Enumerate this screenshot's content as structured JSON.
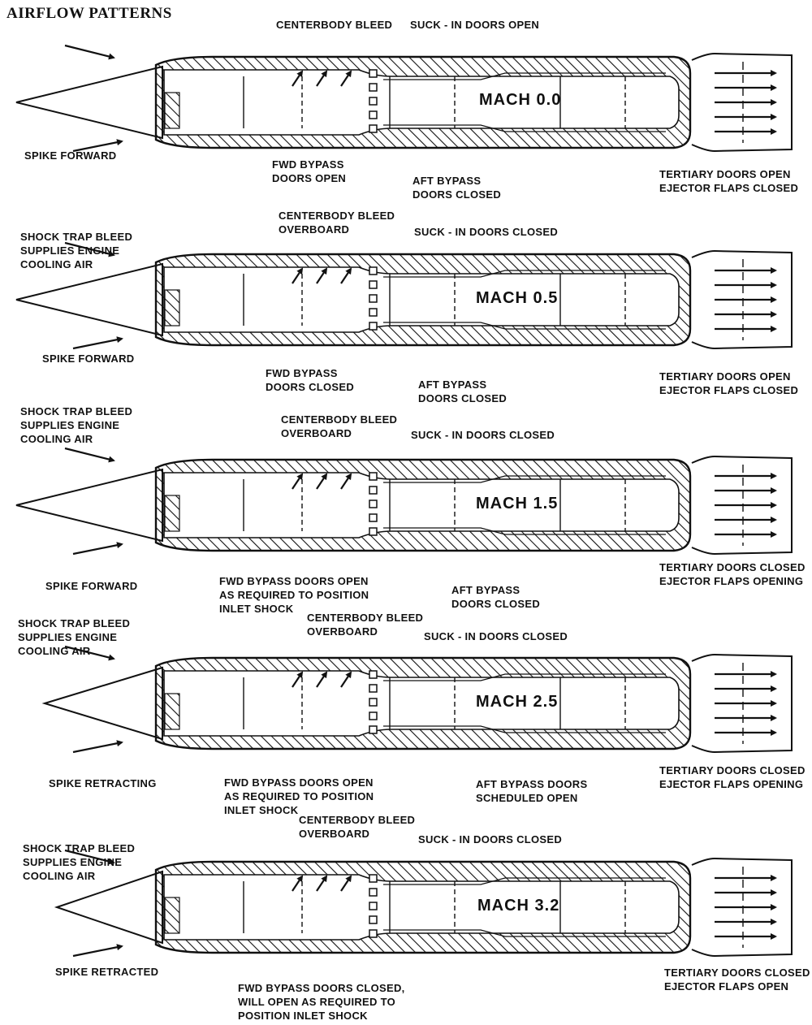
{
  "title": "AIRFLOW PATTERNS",
  "panels": [
    {
      "mach": "MACH 0.0",
      "spike": "SPIKE FORWARD",
      "centerbody": [
        "CENTERBODY BLEED"
      ],
      "suckin": "SUCK - IN DOORS OPEN",
      "shock_trap": [],
      "fwd_bypass": [
        "FWD BYPASS",
        "DOORS OPEN"
      ],
      "aft_bypass": [
        "AFT BYPASS",
        "DOORS CLOSED"
      ],
      "tertiary": [
        "TERTIARY DOORS OPEN",
        "EJECTOR FLAPS CLOSED"
      ]
    },
    {
      "mach": "MACH 0.5",
      "spike": "SPIKE FORWARD",
      "centerbody": [
        "CENTERBODY BLEED",
        "OVERBOARD"
      ],
      "suckin": "SUCK - IN DOORS CLOSED",
      "shock_trap": [
        "SHOCK TRAP BLEED",
        "SUPPLIES ENGINE",
        "COOLING AIR"
      ],
      "fwd_bypass": [
        "FWD BYPASS",
        "DOORS CLOSED"
      ],
      "aft_bypass": [
        "AFT BYPASS",
        "DOORS CLOSED"
      ],
      "tertiary": [
        "TERTIARY DOORS OPEN",
        "EJECTOR FLAPS CLOSED"
      ]
    },
    {
      "mach": "MACH 1.5",
      "spike": "SPIKE FORWARD",
      "centerbody": [
        "CENTERBODY BLEED",
        "OVERBOARD"
      ],
      "suckin": "SUCK - IN DOORS CLOSED",
      "shock_trap": [
        "SHOCK TRAP BLEED",
        "SUPPLIES ENGINE",
        "COOLING AIR"
      ],
      "fwd_bypass": [
        "FWD BYPASS DOORS OPEN",
        "AS REQUIRED TO POSITION",
        "INLET SHOCK"
      ],
      "aft_bypass": [
        "AFT BYPASS",
        "DOORS CLOSED"
      ],
      "tertiary": [
        "TERTIARY DOORS CLOSED",
        "EJECTOR FLAPS  OPENING"
      ]
    },
    {
      "mach": "MACH 2.5",
      "spike": "SPIKE RETRACTING",
      "centerbody": [
        "CENTERBODY BLEED",
        "OVERBOARD"
      ],
      "suckin": "SUCK - IN DOORS CLOSED",
      "shock_trap": [
        "SHOCK TRAP BLEED",
        "SUPPLIES ENGINE",
        "COOLING AIR"
      ],
      "fwd_bypass": [
        "FWD BYPASS DOORS OPEN",
        "AS REQUIRED TO POSITION",
        "INLET SHOCK"
      ],
      "aft_bypass": [
        "AFT BYPASS DOORS",
        "SCHEDULED OPEN"
      ],
      "tertiary": [
        "TERTIARY DOORS CLOSED",
        "EJECTOR FLAPS OPENING"
      ]
    },
    {
      "mach": "MACH 3.2",
      "spike": "SPIKE RETRACTED",
      "centerbody": [
        "CENTERBODY BLEED",
        "OVERBOARD"
      ],
      "suckin": "SUCK - IN DOORS CLOSED",
      "shock_trap": [
        "SHOCK TRAP BLEED",
        "SUPPLIES ENGINE",
        "COOLING AIR"
      ],
      "fwd_bypass": [
        "FWD BYPASS DOORS CLOSED,",
        "WILL OPEN AS REQUIRED TO",
        "POSITION INLET SHOCK"
      ],
      "aft_bypass": [],
      "tertiary": [
        "TERTIARY DOORS CLOSED",
        "EJECTOR FLAPS OPEN"
      ]
    }
  ]
}
